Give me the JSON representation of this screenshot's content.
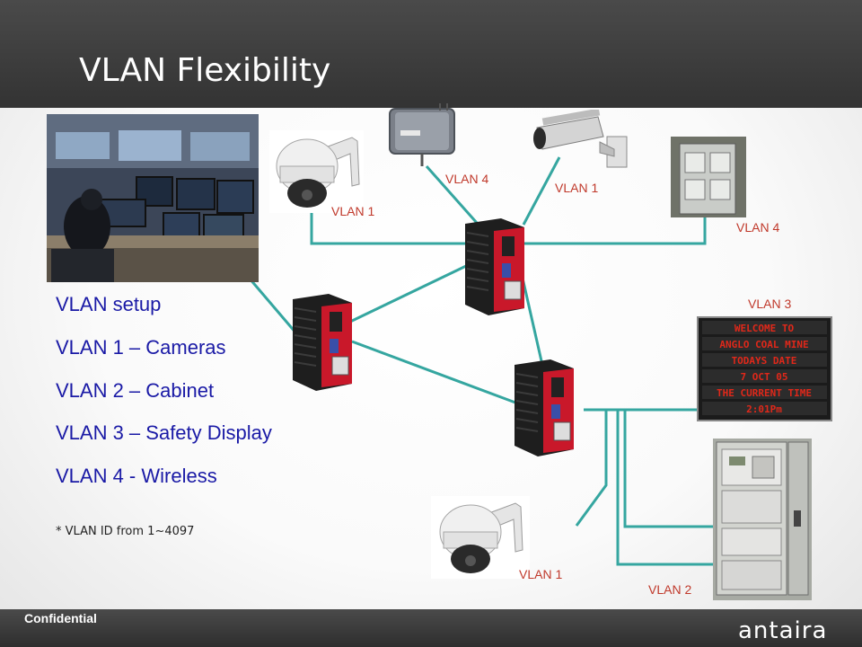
{
  "slide": {
    "title": "VLAN Flexibility",
    "footer": "Confidential",
    "logo_text": "antaira"
  },
  "setup": {
    "heading": "VLAN setup",
    "items": [
      "VLAN 1 – Cameras",
      "VLAN 2 – Cabinet",
      "VLAN 3 – Safety Display",
      "VLAN 4 - Wireless"
    ],
    "footnote": "* VLAN ID from 1~4097"
  },
  "labels": {
    "ap": "VLAN  4",
    "bullet_camera": "VLAN 1",
    "dome_camera_top": "VLAN 1",
    "cabinet_small": "VLAN 4",
    "display": "VLAN  3",
    "dome_camera_bottom": "VLAN 1",
    "cabinet_large": "VLAN 2"
  },
  "display_board": {
    "lines": [
      "WELCOME TO",
      "ANGLO COAL MINE",
      "TODAYS DATE",
      "7 OCT 05",
      "THE CURRENT TIME",
      "2:01Pm"
    ]
  },
  "colors": {
    "link": "#35a6a0",
    "label": "#c0392b",
    "setup_text": "#1a1aa6",
    "header": "#3a3a3a",
    "led_text": "#e0281a"
  },
  "icons": {
    "switch": "industrial-ethernet-switch-icon",
    "dome_camera": "dome-camera-icon",
    "bullet_camera": "bullet-camera-icon",
    "access_point": "wireless-access-point-icon",
    "control_room": "control-room-photo",
    "cabinet": "electrical-cabinet-icon",
    "display": "led-display-icon"
  }
}
